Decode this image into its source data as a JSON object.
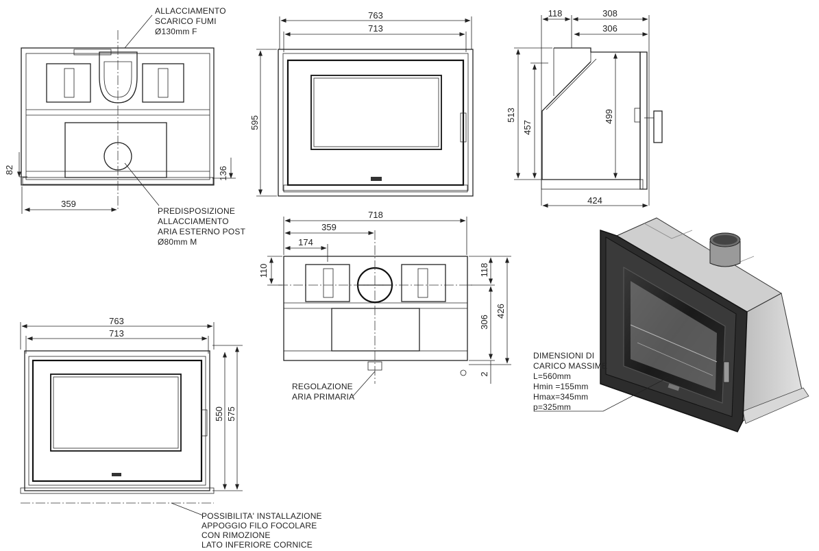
{
  "dimensions": {
    "rear_width": "359",
    "rear_height_82": "82",
    "rear_height_136": "136",
    "front_top_763": "763",
    "front_top_713": "713",
    "front_top_595": "595",
    "side_118": "118",
    "side_308": "308",
    "side_306": "306",
    "side_513": "513",
    "side_457": "457",
    "side_499": "499",
    "side_424": "424",
    "top_718": "718",
    "top_359": "359",
    "top_174": "174",
    "top_110": "110",
    "top_118": "118",
    "top_306": "306",
    "top_426": "426",
    "top_2": "2",
    "front_bottom_763": "763",
    "front_bottom_713": "713",
    "front_bottom_550": "550",
    "front_bottom_575": "575"
  },
  "notes": {
    "flue_1": "ALLACCIAMENTO",
    "flue_2": "SCARICO FUMI",
    "flue_3": "Ø130mm F",
    "air_1": "PREDISPOSIZIONE",
    "air_2": "ALLACCIAMENTO",
    "air_3": "ARIA ESTERNO POST",
    "air_4": "Ø80mm M",
    "primary_1": "REGOLAZIONE",
    "primary_2": "ARIA PRIMARIA",
    "load_1": "DIMENSIONI DI",
    "load_2": "CARICO MASSIME",
    "load_3": "L=560mm",
    "load_4": "Hmin =155mm",
    "load_5": "Hmax=345mm",
    "load_6": "p=325mm",
    "install_1": "POSSIBILITA' INSTALLAZIONE",
    "install_2": "APPOGGIO FILO FOCOLARE",
    "install_3": "CON RIMOZIONE",
    "install_4": "LATO INFERIORE CORNICE"
  }
}
